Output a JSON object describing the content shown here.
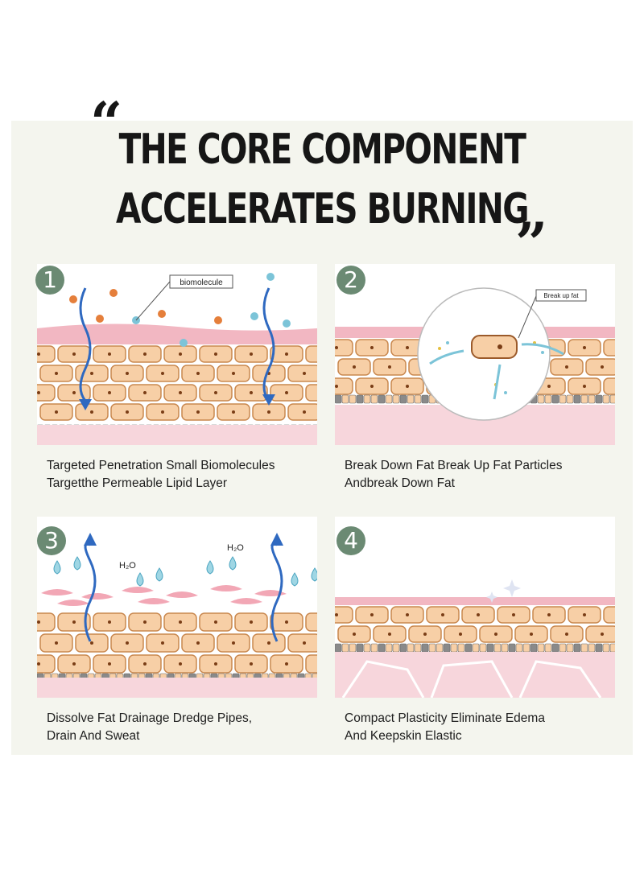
{
  "heading": {
    "line1": "THE CORE COMPONENT",
    "line2": "ACCELERATES BURNING",
    "open_quote": "“",
    "close_quote": "”"
  },
  "steps": [
    {
      "number": "1",
      "label": "biomolecule",
      "caption_line1": "Targeted Penetration Small Biomolecules",
      "caption_line2": "Targetthe Permeable Lipid Layer"
    },
    {
      "number": "2",
      "label": "Break up fat",
      "caption_line1": "Break Down Fat Break Up Fat Particles",
      "caption_line2": "Andbreak Down Fat"
    },
    {
      "number": "3",
      "label": "H₂O",
      "label2": "H₂O",
      "caption_line1": "Dissolve Fat Drainage Dredge Pipes,",
      "caption_line2": "Drain And Sweat"
    },
    {
      "number": "4",
      "caption_line1": "Compact Plasticity Eliminate Edema",
      "caption_line2": "And Keepskin Elastic"
    }
  ],
  "colors": {
    "badge": "#6b8a73",
    "skin_top": "#f2b7c2",
    "fat_cell": "#f7cfa6",
    "fat_cell_stroke": "#c9884f",
    "gray_cell": "#8a8a8a",
    "deep_tissue": "#f7d6dc",
    "arrow": "#2f69c0",
    "droplet": "#7cc4d8",
    "particle_orange": "#e57f3b"
  }
}
